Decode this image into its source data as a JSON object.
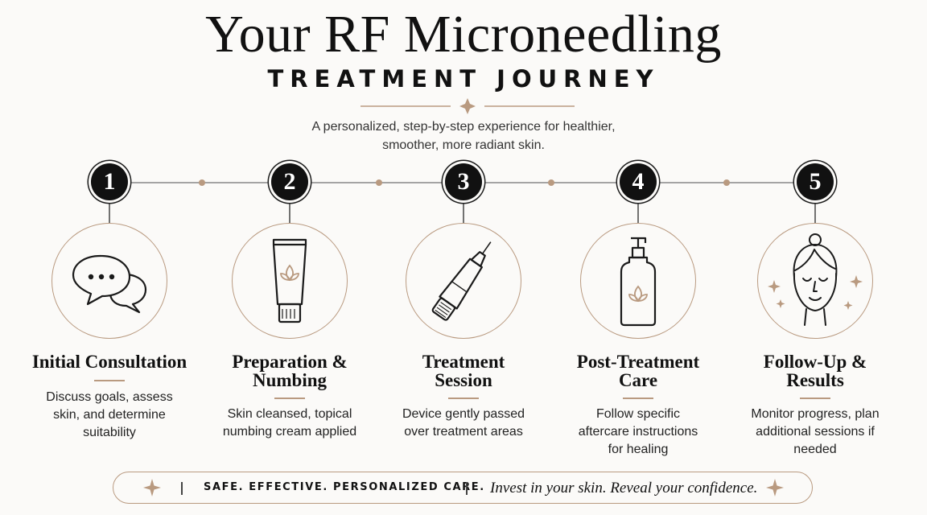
{
  "header": {
    "title": "Your RF Microneedling",
    "subtitle": "TREATMENT JOURNEY",
    "intro_line1": "A personalized, step-by-step experience for healthier,",
    "intro_line2": "smoother, more radiant skin."
  },
  "colors": {
    "accent": "#b99a80",
    "ink": "#111111",
    "background": "#fbfaf8"
  },
  "steps": [
    {
      "number": "1",
      "icon": "chat-bubbles-icon",
      "title_line1": "Initial Consultation",
      "title_line2": "",
      "desc_line1": "Discuss goals, assess",
      "desc_line2": "skin, and determine",
      "desc_line3": "suitability"
    },
    {
      "number": "2",
      "icon": "cream-tube-icon",
      "title_line1": "Preparation &",
      "title_line2": "Numbing",
      "desc_line1": "Skin cleansed, topical",
      "desc_line2": "numbing cream applied",
      "desc_line3": ""
    },
    {
      "number": "3",
      "icon": "microneedling-pen-icon",
      "title_line1": "Treatment",
      "title_line2": "Session",
      "desc_line1": "Device gently passed",
      "desc_line2": "over treatment areas",
      "desc_line3": ""
    },
    {
      "number": "4",
      "icon": "pump-bottle-icon",
      "title_line1": "Post-Treatment",
      "title_line2": "Care",
      "desc_line1": "Follow specific",
      "desc_line2": "aftercare instructions",
      "desc_line3": "for healing"
    },
    {
      "number": "5",
      "icon": "radiant-face-icon",
      "title_line1": "Follow-Up &",
      "title_line2": "Results",
      "desc_line1": "Monitor progress, plan",
      "desc_line2": "additional sessions if",
      "desc_line3": "needed"
    }
  ],
  "footer": {
    "tagline": "SAFE. EFFECTIVE. PERSONALIZED CARE.",
    "slogan": "Invest in your skin. Reveal your confidence."
  }
}
